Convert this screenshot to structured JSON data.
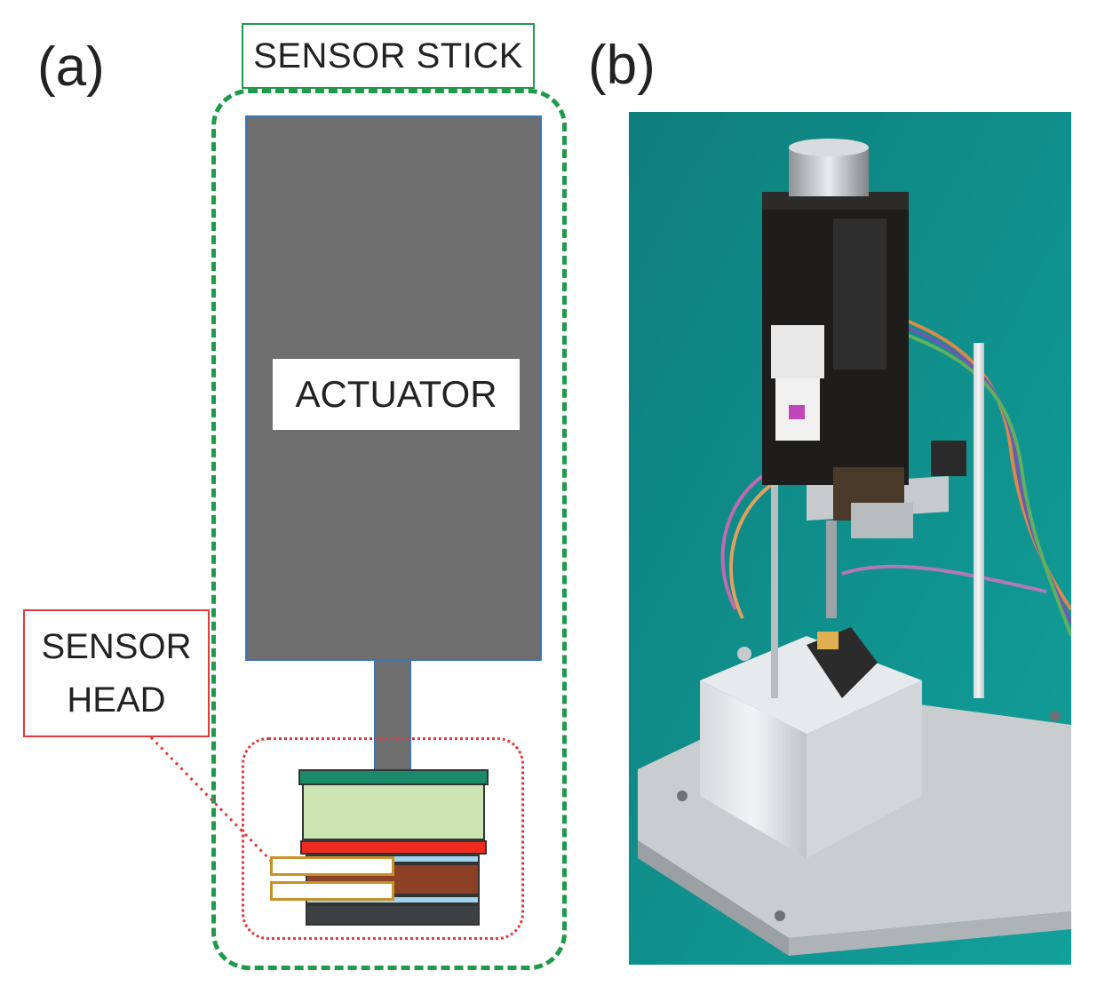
{
  "panels": {
    "a": {
      "label": "(a)"
    },
    "b": {
      "label": "(b)"
    }
  },
  "schematic": {
    "sensor_stick_label": "SENSOR STICK",
    "actuator_label": "ACTUATOR",
    "sensor_head_label_line1": "SENSOR",
    "sensor_head_label_line2": "HEAD"
  },
  "colors": {
    "stick_outline": "#1f9a4a",
    "head_outline": "#e03a3a",
    "actuator": "#6f6e6e",
    "actuator_border": "#3d76b5",
    "top_plate": "#1a8a6a",
    "green_block": "#cce5b3",
    "red_layer": "#f02a1e",
    "blue_layer": "#9fd3ee",
    "brown_layer": "#8c4025",
    "base_layer": "#3e4143",
    "electrode_tab": "#c8922a",
    "photo_background": "#0e8b88"
  }
}
